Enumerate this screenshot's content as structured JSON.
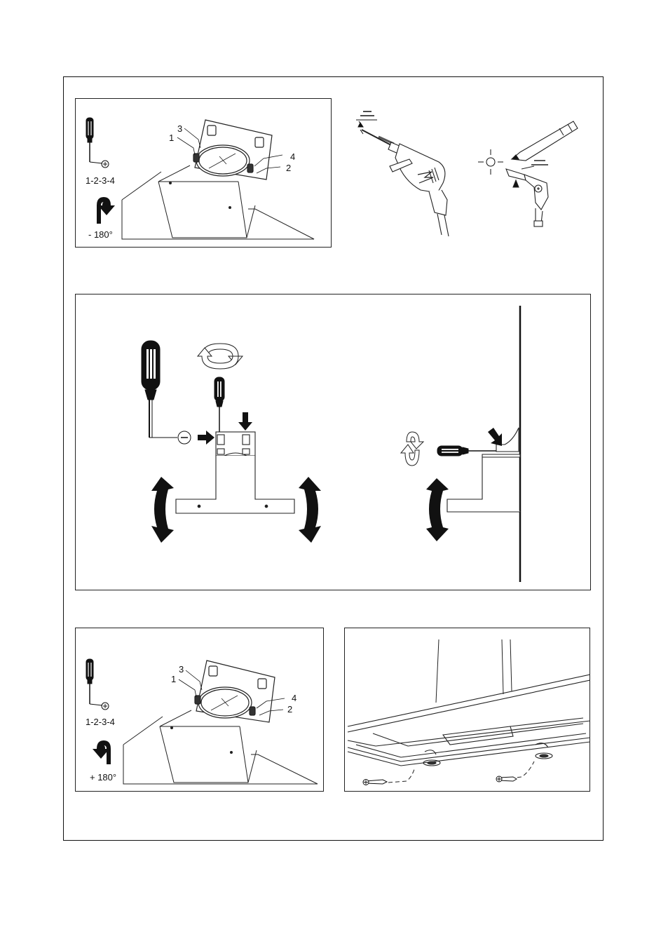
{
  "panel_a": {
    "screw_sequence": "1-2-3-4",
    "rotation": "- 180°",
    "callouts": [
      "1",
      "2",
      "3",
      "4"
    ]
  },
  "panel_e": {
    "screw_sequence": "1-2-3-4",
    "rotation": "+ 180°",
    "callouts": [
      "1",
      "2",
      "3",
      "4"
    ]
  },
  "icons": {
    "screwdriver": "screwdriver-icon",
    "phillips": "phillips-screw-icon",
    "slotted": "slotted-screw-icon",
    "rotate_ccw": "rotate-arrow-icon",
    "rotate_cw": "rotate-arrow-icon",
    "drill": "drill-icon",
    "pencil": "pencil-icon",
    "bracket": "wall-bracket-icon",
    "adjust": "adjust-arrow-icon",
    "push": "push-arrow-icon"
  }
}
